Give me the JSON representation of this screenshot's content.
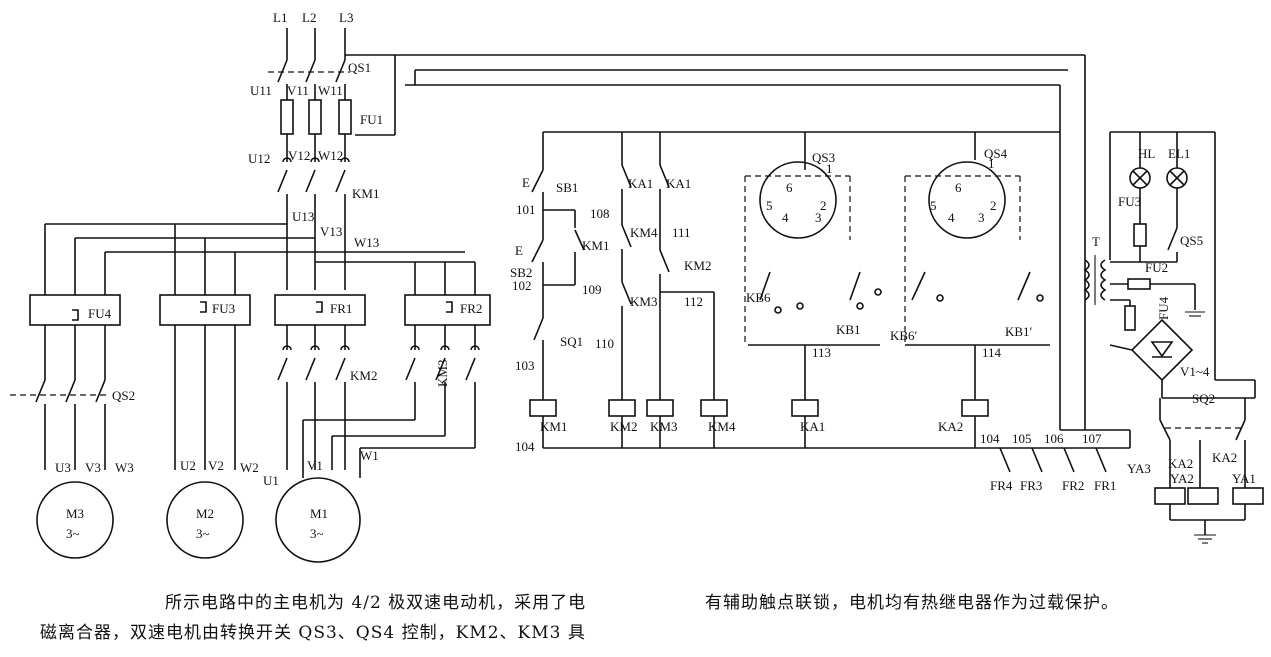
{
  "labels": {
    "L1": "L1",
    "L2": "L2",
    "L3": "L3",
    "QS1": "QS1",
    "U11": "U11",
    "V11": "V11",
    "W11": "W11",
    "FU1": "FU1",
    "U12": "U12",
    "V12": "V12",
    "W12": "W12",
    "KM1_top": "KM1",
    "U13": "U13",
    "V13": "V13",
    "W13": "W13",
    "FU4": "FU4",
    "FU3": "FU3",
    "FR1": "FR1",
    "FR2": "FR2",
    "KM2_main": "KM2",
    "KM3_main": "KM3",
    "QS2": "QS2",
    "U3": "U3",
    "V3": "V3",
    "W3": "W3",
    "U2": "U2",
    "V2": "V2",
    "W2": "W2",
    "U1": "U1",
    "V1": "V1",
    "W1": "W1",
    "M3": "M3",
    "M2": "M2",
    "M1": "M1",
    "three_phase": "3~",
    "SB1": "SB1",
    "SB2": "SB2",
    "E": "E",
    "n101": "101",
    "n102": "102",
    "n103": "103",
    "n104": "104",
    "KM1_aux": "KM1",
    "n109": "109",
    "SQ1": "SQ1",
    "KA1_a": "KA1",
    "KA1_b": "KA1",
    "n108": "108",
    "n111": "111",
    "KM4_aux": "KM4",
    "KM2_aux": "KM2",
    "KM3_aux": "KM3",
    "n110": "110",
    "n112": "112",
    "KM1_coil": "KM1",
    "KM2_coil": "KM2",
    "KM3_coil": "KM3",
    "KM4_coil": "KM4",
    "KA1_coil": "KA1",
    "KA2_coil": "KA2",
    "QS3": "QS3",
    "QS4": "QS4",
    "s1": "1",
    "s2": "2",
    "s3": "3",
    "s4": "4",
    "s5": "5",
    "s6": "6",
    "KB6": "KB6",
    "KB1": "KB1",
    "KB6p": "KB6′",
    "KB1p": "KB1′",
    "n113": "113",
    "n114": "114",
    "n105": "105",
    "n106": "106",
    "n107": "107",
    "FR4": "FR4",
    "FR3": "FR3",
    "FR2_c": "FR2",
    "FR1_c": "FR1",
    "YA3": "YA3",
    "T": "T",
    "HL": "HL",
    "EL1": "EL1",
    "FU3_r": "FU3",
    "FU2": "FU2",
    "FU4_r": "FU4",
    "QS5": "QS5",
    "V1to4": "V1~4",
    "SQ2": "SQ2",
    "KA2_a": "KA2",
    "KA2_b": "KA2",
    "YA2": "YA2",
    "YA1": "YA1"
  },
  "caption": {
    "left_line1": "所示电路中的主电机为 4/2 极双速电动机，采用了电",
    "left_line2": "磁离合器，双速电机由转换开关 QS3、QS4 控制，KM2、KM3 具",
    "right_line1": "有辅助触点联锁，电机均有热继电器作为过载保护。"
  }
}
